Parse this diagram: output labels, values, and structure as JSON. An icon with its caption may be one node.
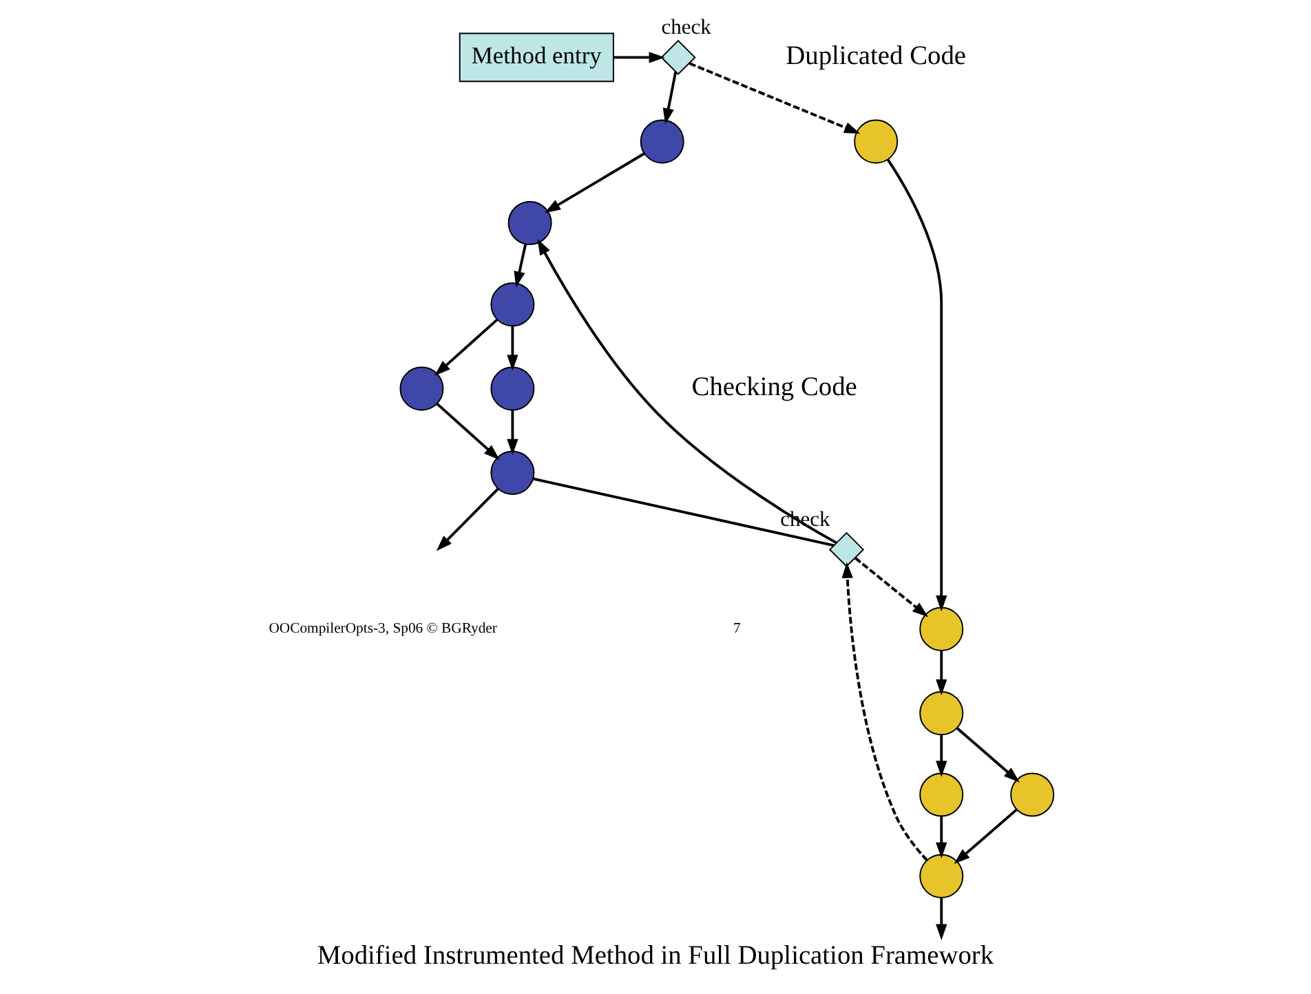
{
  "diagram": {
    "caption": "Modified Instrumented Method in Full Duplication Framework",
    "nodes": [
      {
        "text": [
          "Method entry"
        ]
      },
      {
        "text": [],
        "shape": "diamond",
        "beside": [
          "check"
        ]
      },
      {
        "text": [],
        "shape": "circle"
      },
      {
        "text": [],
        "shape": "circle"
      },
      {
        "text": [],
        "shape": "diamond",
        "beside": [
          "check"
        ]
      },
      {
        "text": [],
        "shape": "circle"
      },
      {
        "text": [],
        "shape": "circle"
      },
      {
        "text": [],
        "shape": "circle"
      },
      {
        "text": [],
        "shape": "circle"
      },
      {
        "text": [],
        "shape": "circle"
      },
      {
        "text": [],
        "shape": "circle"
      },
      {
        "text": [],
        "shape": "circle"
      },
      {
        "text": [],
        "shape": "circle"
      },
      {
        "text": [],
        "shape": "circle"
      },
      {
        "text": [],
        "shape": "circle"
      }
    ],
    "edges": [
      {
        "from": 0,
        "to": 1,
        "arrow": "to"
      },
      {
        "from": 1,
        "to": 2,
        "arrow": "to"
      },
      {
        "from": 1,
        "to": 9,
        "arrow": "to",
        "style": "dashed"
      },
      {
        "from": 2,
        "to": 3,
        "arrow": "to"
      },
      {
        "from": 3,
        "to": 5,
        "arrow": "to"
      },
      {
        "from": 5,
        "to": 6,
        "arrow": "to"
      },
      {
        "from": 5,
        "to": 7,
        "arrow": "to"
      },
      {
        "from": 6,
        "to": 8,
        "arrow": "to"
      },
      {
        "from": 7,
        "to": 8,
        "arrow": "to"
      },
      {
        "from": 8,
        "to": 4,
        "arrow": "none"
      },
      {
        "from": 4,
        "to": 3,
        "arrow": "to"
      },
      {
        "from": 8,
        "to": null,
        "arrow": "to"
      },
      {
        "from": 4,
        "to": 10,
        "arrow": "to",
        "style": "dashed"
      },
      {
        "from": 9,
        "to": 10,
        "arrow": "to"
      },
      {
        "from": 10,
        "to": 11,
        "arrow": "to"
      },
      {
        "from": 11,
        "to": 12,
        "arrow": "to"
      },
      {
        "from": 11,
        "to": 13,
        "arrow": "to"
      },
      {
        "from": 12,
        "to": 14,
        "arrow": "to"
      },
      {
        "from": 13,
        "to": 14,
        "arrow": "to"
      },
      {
        "from": 14,
        "to": 4,
        "arrow": "to",
        "style": "dashed"
      },
      {
        "from": 14,
        "to": null,
        "arrow": "to"
      }
    ],
    "labels": [
      "Duplicated Code",
      "Checking Code",
      "OOCompilerOpts-3, Sp06 © BGRyder",
      "7"
    ]
  }
}
